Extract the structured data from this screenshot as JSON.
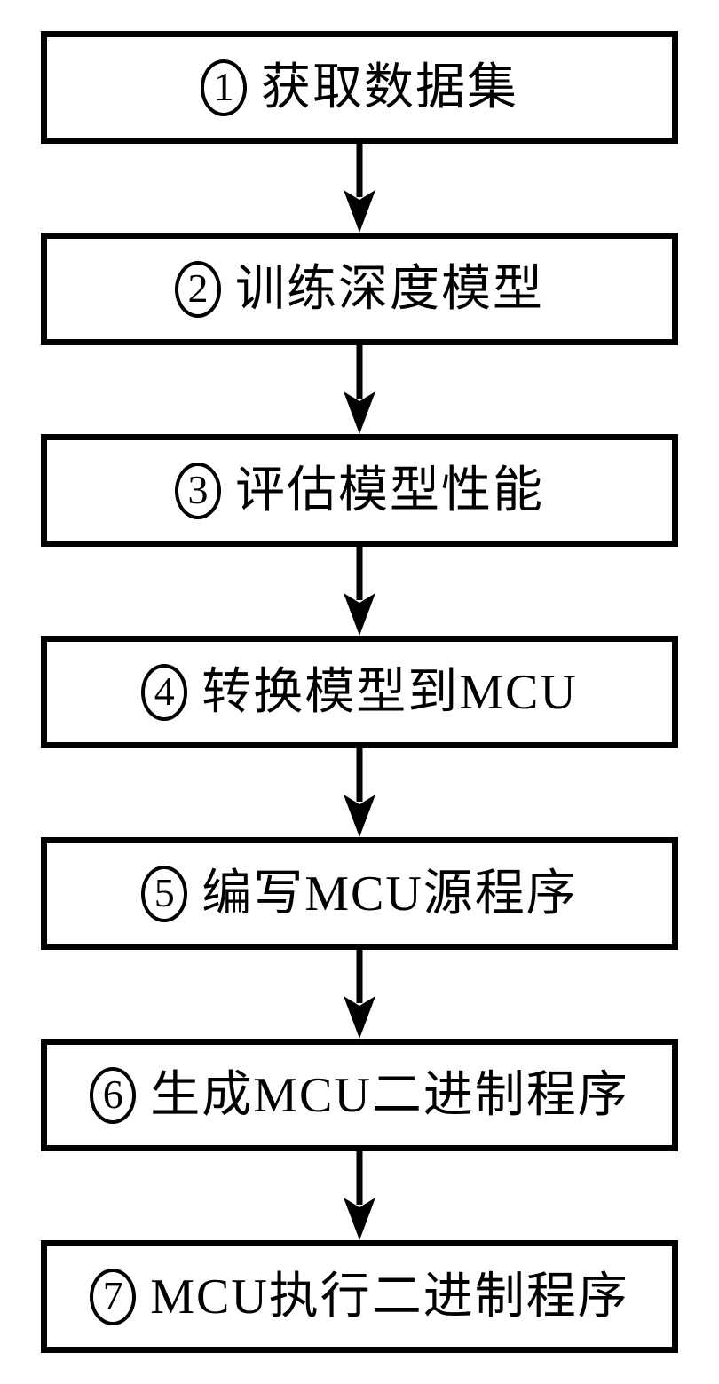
{
  "diagram": {
    "type": "flowchart",
    "direction": "top-down",
    "colors": {
      "box_border": "#000000",
      "box_background": "#ffffff",
      "text": "#000000",
      "arrow": "#000000"
    },
    "arrow_icon": "down-arrow",
    "steps": [
      {
        "number": "1",
        "label": "获取数据集"
      },
      {
        "number": "2",
        "label": "训练深度模型"
      },
      {
        "number": "3",
        "label": "评估模型性能"
      },
      {
        "number": "4",
        "label": "转换模型到MCU"
      },
      {
        "number": "5",
        "label": "编写MCU源程序"
      },
      {
        "number": "6",
        "label": "生成MCU二进制程序"
      },
      {
        "number": "7",
        "label": "MCU执行二进制程序"
      }
    ]
  }
}
